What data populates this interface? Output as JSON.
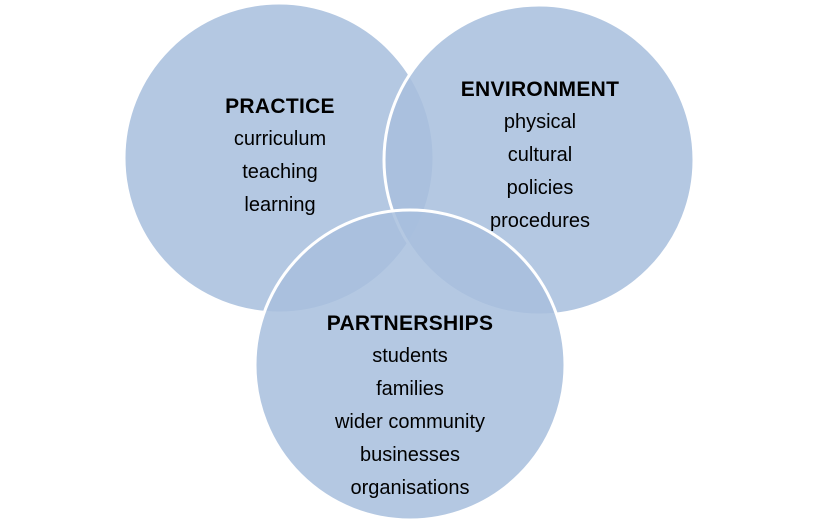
{
  "diagram": {
    "colors": {
      "circle_fill": "#a8bfdd",
      "circle_stroke": "#ffffff",
      "overlap_tint": "#7f9fcd",
      "text": "#000000"
    },
    "practice": {
      "heading": "PRACTICE",
      "items": [
        "curriculum",
        "teaching",
        "learning"
      ]
    },
    "environment": {
      "heading": "ENVIRONMENT",
      "items": [
        "physical",
        "cultural",
        "policies",
        "procedures"
      ]
    },
    "partnerships": {
      "heading": "PARTNERSHIPS",
      "items": [
        "students",
        "families",
        "wider community",
        "businesses",
        "organisations"
      ]
    }
  }
}
